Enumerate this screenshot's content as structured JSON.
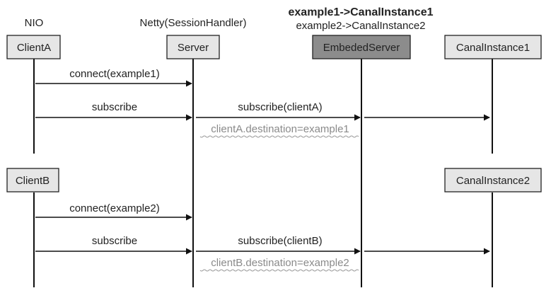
{
  "header_labels": {
    "nio": "NIO",
    "netty": "Netty(SessionHandler)",
    "mapping_line1": "example1->CanalInstance1",
    "mapping_line2": "example2->CanalInstance2"
  },
  "participants": {
    "client_a": "ClientA",
    "server": "Server",
    "embeded_server": "EmbededServer",
    "canal_instance1": "CanalInstance1",
    "client_b": "ClientB",
    "canal_instance2": "CanalInstance2"
  },
  "messages": {
    "connect_1": "connect(example1)",
    "subscribe_a": "subscribe",
    "subscribe_client_a": "subscribe(clientA)",
    "note_a": "clientA.destination=example1",
    "connect_2": "connect(example2)",
    "subscribe_b": "subscribe",
    "subscribe_client_b": "subscribe(clientB)",
    "note_b": "clientB.destination=example2"
  },
  "colors": {
    "box_fill": "#e6e6e6",
    "embeded_fill": "#8c8c8c",
    "line": "#111111",
    "note_text": "#8a8a8a"
  }
}
